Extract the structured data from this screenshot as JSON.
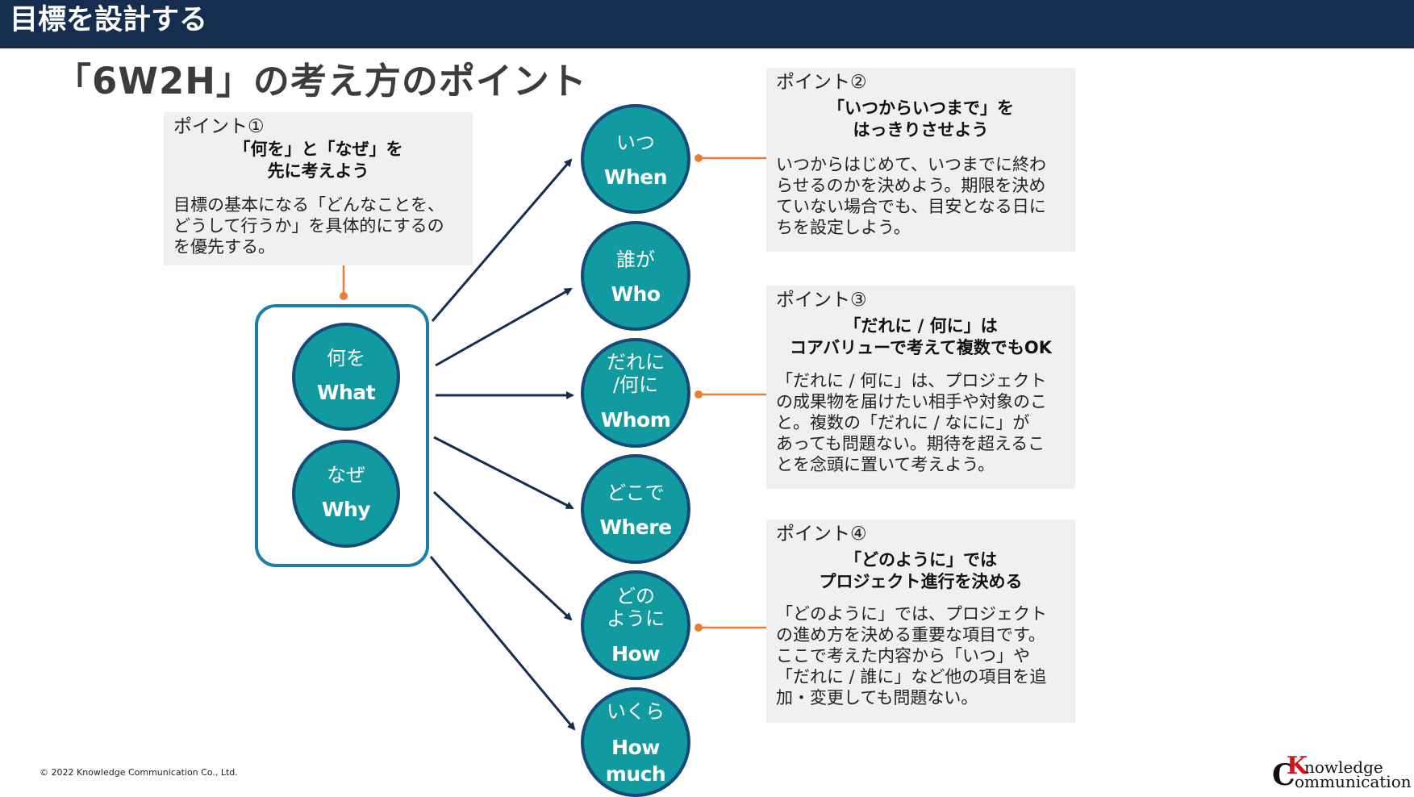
{
  "header": {
    "title": "目標を設計する"
  },
  "subtitle": "「6W2H」の考え方のポイント",
  "colors": {
    "header_bg": "#152d4f",
    "circle_fill": "#119aa0",
    "circle_border": "#174a78",
    "arrow": "#152d4f",
    "connector": "#ed7d31",
    "box_bg": "#f0f0f0"
  },
  "core_circles": [
    {
      "jp": [
        "何を"
      ],
      "en": [
        "What"
      ]
    },
    {
      "jp": [
        "なぜ"
      ],
      "en": [
        "Why"
      ]
    }
  ],
  "circles": [
    {
      "jp": [
        "いつ"
      ],
      "en": [
        "When"
      ]
    },
    {
      "jp": [
        "誰が"
      ],
      "en": [
        "Who"
      ]
    },
    {
      "jp": [
        "だれに",
        "/何に"
      ],
      "en": [
        "Whom"
      ]
    },
    {
      "jp": [
        "どこで"
      ],
      "en": [
        "Where"
      ]
    },
    {
      "jp": [
        "どの",
        "ように"
      ],
      "en": [
        "How"
      ]
    },
    {
      "jp": [
        "いくら"
      ],
      "en": [
        "How",
        "much"
      ]
    }
  ],
  "points": [
    {
      "label": "ポイント①",
      "heading": [
        "「何を」と「なぜ」を",
        "先に考えよう"
      ],
      "body": [
        "目標の基本になる「どんなことを、",
        "どうして行うか」を具体的にするの",
        "を優先する。"
      ]
    },
    {
      "label": "ポイント②",
      "heading": [
        "「いつからいつまで」を",
        "はっきりさせよう"
      ],
      "body": [
        "いつからはじめて、いつまでに終わ",
        "らせるのかを決めよう。期限を決め",
        "ていない場合でも、目安となる日に",
        "ちを設定しよう。"
      ]
    },
    {
      "label": "ポイント③",
      "heading": [
        "「だれに / 何に」は",
        "コアバリューで考えて複数でもOK"
      ],
      "body": [
        "「だれに / 何に」は、プロジェクト",
        "の成果物を届けたい相手や対象のこ",
        "と。複数の「だれに / なにに」が",
        "あっても問題ない。期待を超えるこ",
        "とを念頭に置いて考えよう。"
      ]
    },
    {
      "label": "ポイント④",
      "heading": [
        "「どのように」では",
        "プロジェクト進行を決める"
      ],
      "body": [
        "「どのように」では、プロジェクト",
        "の進め方を決める重要な項目です。",
        "ここで考えた内容から「いつ」や",
        "「だれに / 誰に」など他の項目を追",
        "加・変更しても問題ない。"
      ]
    }
  ],
  "footer": {
    "copyright": "© 2022 Knowledge Communication Co., Ltd.",
    "logo_mark_c": "C",
    "logo_mark_k": "K",
    "logo_line1": "nowledge",
    "logo_line2": "ommunication"
  }
}
